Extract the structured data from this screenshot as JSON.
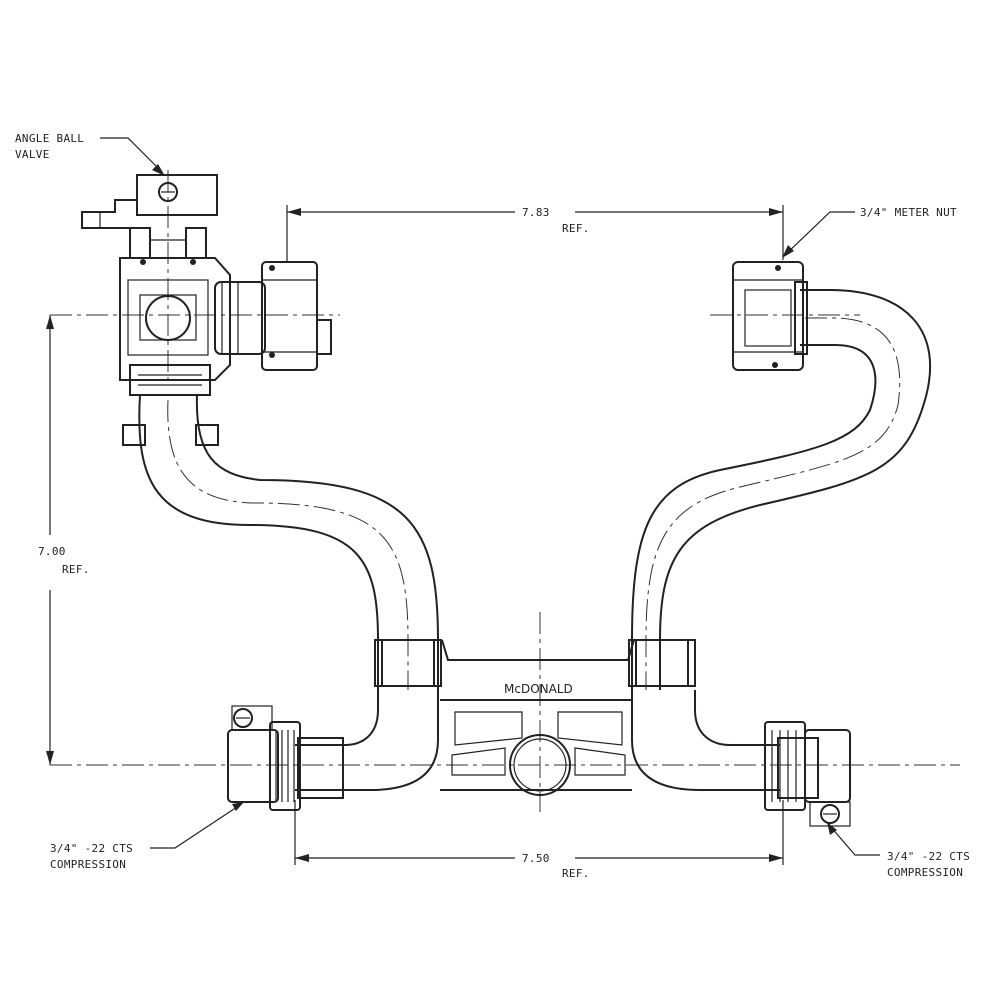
{
  "labels": {
    "angle_ball_valve_line1": "ANGLE BALL",
    "angle_ball_valve_line2": "VALVE",
    "meter_nut": "3/4\" METER NUT",
    "compression_left_line1": "3/4\" -22 CTS",
    "compression_left_line2": "COMPRESSION",
    "compression_right_line1": "3/4\" -22 CTS",
    "compression_right_line2": "COMPRESSION",
    "brand": "McDONALD"
  },
  "dimensions": {
    "top_width": {
      "value": "7.83",
      "ref": "REF."
    },
    "height": {
      "value": "7.00",
      "ref": "REF."
    },
    "bottom_width": {
      "value": "7.50",
      "ref": "REF."
    }
  }
}
